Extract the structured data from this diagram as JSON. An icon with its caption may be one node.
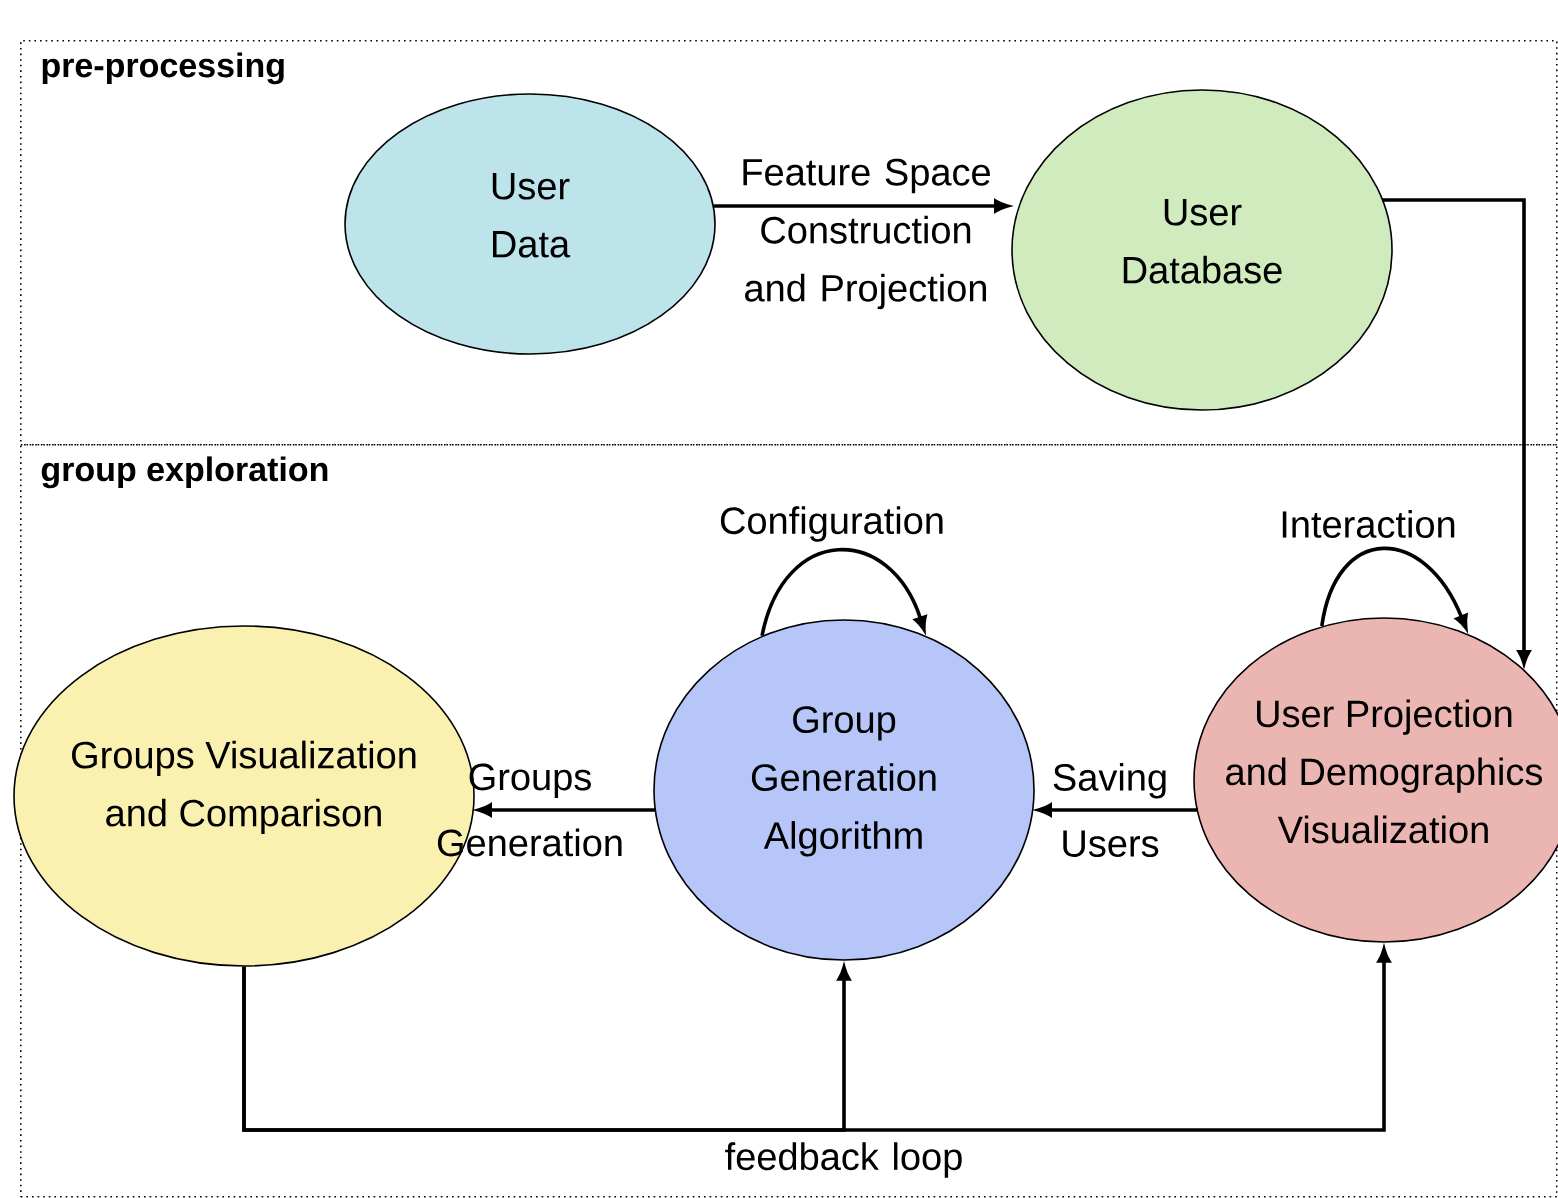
{
  "diagram": {
    "nodes": [
      {
        "text": [
          "pre-processing"
        ]
      },
      {
        "text": [
          "User Data"
        ],
        "in": 0
      },
      {
        "text": [
          "User Database"
        ],
        "in": 0
      },
      {
        "text": [
          "group exploration"
        ]
      },
      {
        "text": [
          "Groups Visualization and Comparison"
        ],
        "in": 3
      },
      {
        "text": [
          "Group Generation Algorithm"
        ],
        "in": 3
      },
      {
        "text": [
          "User Projection and Demographics Visualization"
        ],
        "in": 3
      }
    ],
    "edges": [
      {
        "from": 1,
        "to": 2,
        "arrow": "to",
        "label": "Feature Space Construction and Projection"
      },
      {
        "from": 2,
        "to": 6,
        "arrow": "to"
      },
      {
        "from": 5,
        "to": 5,
        "arrow": "to",
        "label": "Configuration"
      },
      {
        "from": 6,
        "to": 6,
        "arrow": "to",
        "label": "Interaction"
      },
      {
        "from": 6,
        "to": 5,
        "arrow": "to",
        "label": "Saving Users"
      },
      {
        "from": 5,
        "to": 4,
        "arrow": "to",
        "label": "Groups Generation"
      },
      {
        "from": 4,
        "to": 5,
        "arrow": "to"
      },
      {
        "from": 4,
        "to": 6,
        "arrow": "to",
        "label": "feedback loop"
      }
    ]
  }
}
